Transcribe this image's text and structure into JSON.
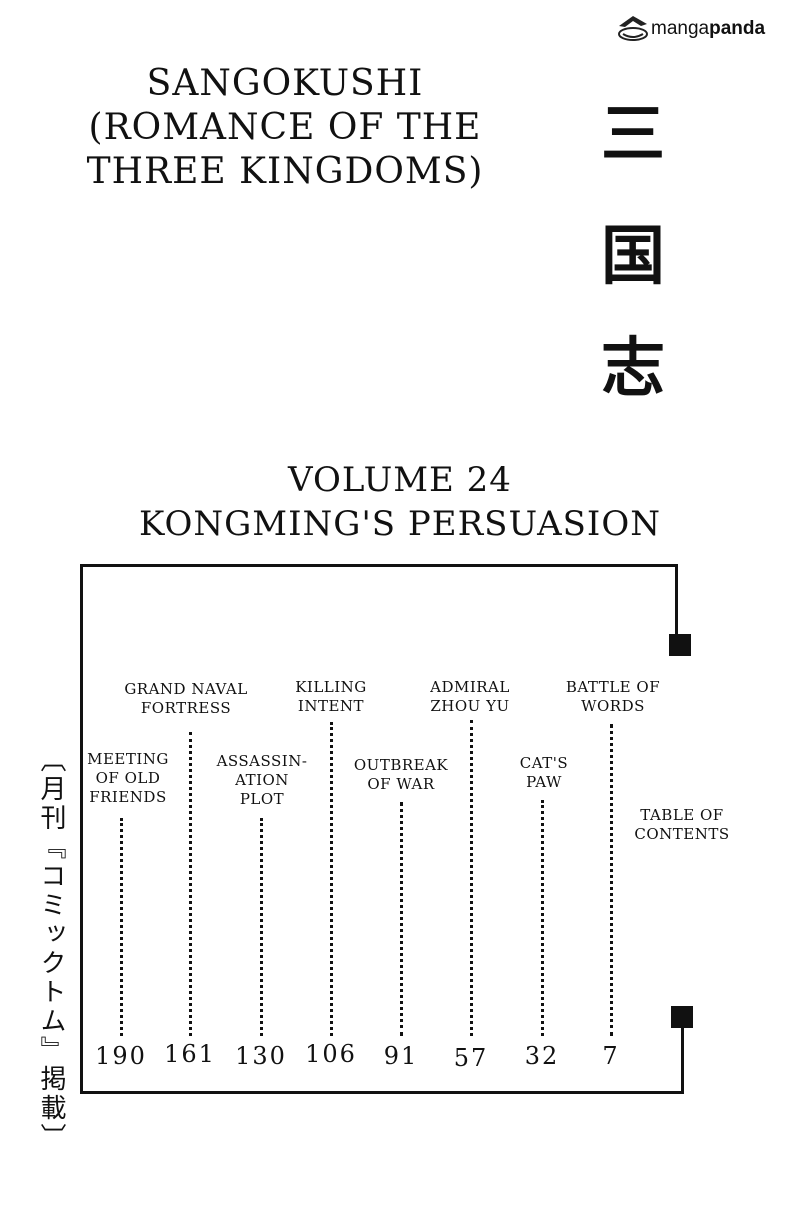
{
  "watermark": {
    "prefix": "manga",
    "suffix": "panda"
  },
  "title": {
    "line1": "Sangokushi",
    "line2": "(Romance of the",
    "line3": "Three Kingdoms)"
  },
  "kanji": [
    "三",
    "国",
    "志"
  ],
  "volume": {
    "line1": "Volume 24",
    "line2": "Kongming's Persuasion"
  },
  "toc": {
    "heading_line1": "Table of",
    "heading_line2": "Contents",
    "chapters": [
      {
        "title_line1": "Meeting",
        "title_line2": "of old",
        "title_line3": "friends",
        "page": "190"
      },
      {
        "title_line1": "Grand naval",
        "title_line2": "fortress",
        "page": "161"
      },
      {
        "title_line1": "Assassin-",
        "title_line2": "ation",
        "title_line3": "plot",
        "page": "130"
      },
      {
        "title_line1": "Killing",
        "title_line2": "intent",
        "page": "106"
      },
      {
        "title_line1": "Outbreak",
        "title_line2": "of war",
        "page": "91"
      },
      {
        "title_line1": "Admiral",
        "title_line2": "Zhou Yu",
        "page": "57"
      },
      {
        "title_line1": "Cat's",
        "title_line2": "paw",
        "page": "32"
      },
      {
        "title_line1": "Battle of",
        "title_line2": "words",
        "page": "7"
      }
    ]
  },
  "side_note": "〔月刊『コミックトム』掲載〕"
}
